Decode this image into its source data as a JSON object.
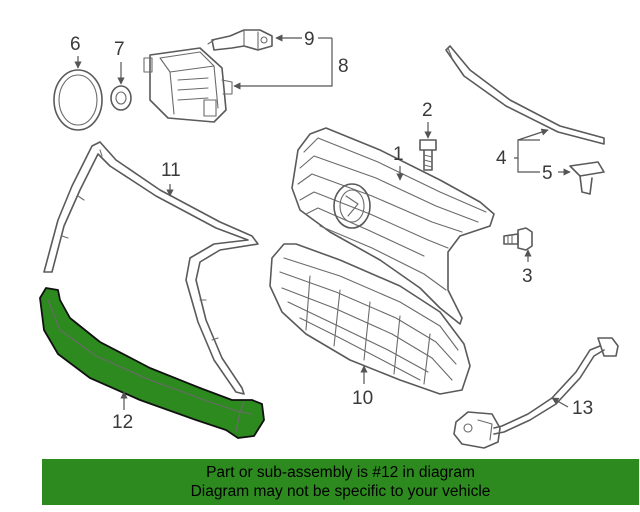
{
  "callouts": {
    "c1": "1",
    "c2": "2",
    "c3": "3",
    "c4": "4",
    "c5": "5",
    "c6": "6",
    "c7": "7",
    "c8": "8",
    "c9": "9",
    "c10": "10",
    "c11": "11",
    "c12": "12",
    "c13": "13"
  },
  "highlight_color": "#2d8a1f",
  "banner": {
    "line1": "Part or sub-assembly is #12 in diagram",
    "line2": "Diagram may not be specific to your vehicle"
  }
}
